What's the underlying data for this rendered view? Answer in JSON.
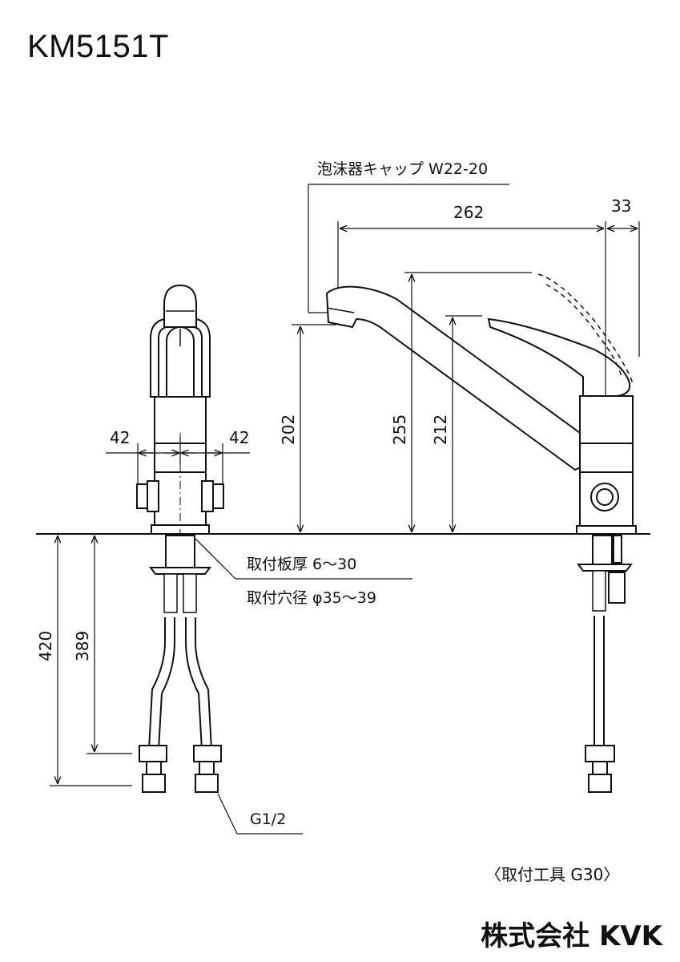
{
  "model": "KM5151T",
  "callouts": {
    "aerator_cap": "泡沫器キャップ W22-20",
    "plate_thickness": "取付板厚 6～30",
    "mount_hole": "取付穴径 φ35～39",
    "thread": "G1/2"
  },
  "dimensions": {
    "left_offset": "42",
    "right_offset": "42",
    "spout_reach": "262",
    "lever_swing": "33",
    "spout_height": "202",
    "lever_height_total": "255",
    "handle_height": "212",
    "hose_total": "420",
    "hose_to_fitting": "389"
  },
  "notes": {
    "tool": "〈取付工具 G30〉"
  },
  "brand": "株式会社 KVK"
}
